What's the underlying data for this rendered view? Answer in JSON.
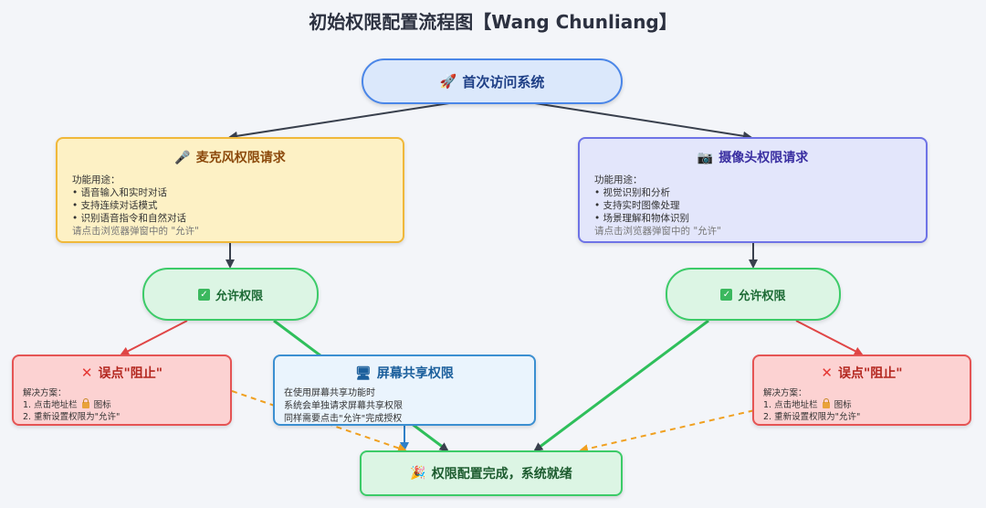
{
  "title": "初始权限配置流程图【Wang Chunliang】",
  "nodes": {
    "start": {
      "icon": "rocket-icon",
      "label": "首次访问系统"
    },
    "mic": {
      "icon": "microphone-icon",
      "title": "麦克风权限请求",
      "purpose": "功能用途：",
      "lines": [
        "• 语音输入和实时对话",
        "• 支持连续对话模式",
        "• 识别语音指令和自然对话"
      ],
      "hint": "请点击浏览器弹窗中的 \"允许\""
    },
    "cam": {
      "icon": "camera-icon",
      "title": "摄像头权限请求",
      "purpose": "功能用途：",
      "lines": [
        "• 视觉识别和分析",
        "• 支持实时图像处理",
        "• 场景理解和物体识别"
      ],
      "hint": "请点击浏览器弹窗中的 \"允许\""
    },
    "allow_left": {
      "icon": "checkbox-icon",
      "label": "允许权限"
    },
    "allow_right": {
      "icon": "checkbox-icon",
      "label": "允许权限"
    },
    "err_left": {
      "icon": "cross-icon",
      "title": "误点\"阻止\"",
      "solution": "解决方案：",
      "step1_pre": "1. 点击地址栏",
      "step1_post": "图标",
      "step2": "2. 重新设置权限为\"允许\""
    },
    "err_right": {
      "icon": "cross-icon",
      "title": "误点\"阻止\"",
      "solution": "解决方案：",
      "step1_pre": "1. 点击地址栏",
      "step1_post": "图标",
      "step2": "2. 重新设置权限为\"允许\""
    },
    "screen": {
      "icon": "monitor-icon",
      "title": "屏幕共享权限",
      "lines": [
        "在使用屏幕共享功能时",
        "系统会单独请求屏幕共享权限",
        "同样需要点击\"允许\"完成授权"
      ]
    },
    "done": {
      "icon": "party-popper-icon",
      "label": "权限配置完成，系统就绪"
    }
  },
  "colors": {
    "edge_default": "#39404d",
    "edge_success": "#2fbf5b",
    "edge_error": "#e04646",
    "edge_recovery": "#f0a020",
    "edge_screen": "#2f80c8"
  }
}
